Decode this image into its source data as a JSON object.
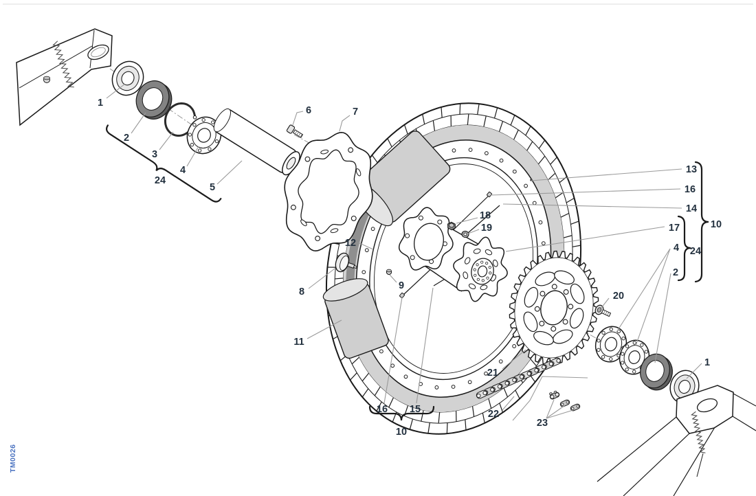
{
  "doc": {
    "code": "TM0026"
  },
  "colors": {
    "label": "#22303e",
    "code": "#4a72c0",
    "leader": "#9a9a9a",
    "line": "#1a1a1a",
    "light_gray": "#d2d2d2",
    "mid_gray": "#8f8f8f",
    "dark_gray": "#5e5e5e"
  },
  "callouts": [
    {
      "text": "1"
    },
    {
      "text": "2"
    },
    {
      "text": "3"
    },
    {
      "text": "4"
    },
    {
      "text": "24"
    },
    {
      "text": "5"
    },
    {
      "text": "6"
    },
    {
      "text": "7"
    },
    {
      "text": "13"
    },
    {
      "text": "16"
    },
    {
      "text": "14"
    },
    {
      "text": "10"
    },
    {
      "text": "17"
    },
    {
      "text": "4"
    },
    {
      "text": "24"
    },
    {
      "text": "2"
    },
    {
      "text": "18"
    },
    {
      "text": "19"
    },
    {
      "text": "12"
    },
    {
      "text": "8"
    },
    {
      "text": "9"
    },
    {
      "text": "11"
    },
    {
      "text": "20"
    },
    {
      "text": "21"
    },
    {
      "text": "22"
    },
    {
      "text": "23"
    },
    {
      "text": "16"
    },
    {
      "text": "15"
    },
    {
      "text": "10"
    },
    {
      "text": "1"
    }
  ]
}
